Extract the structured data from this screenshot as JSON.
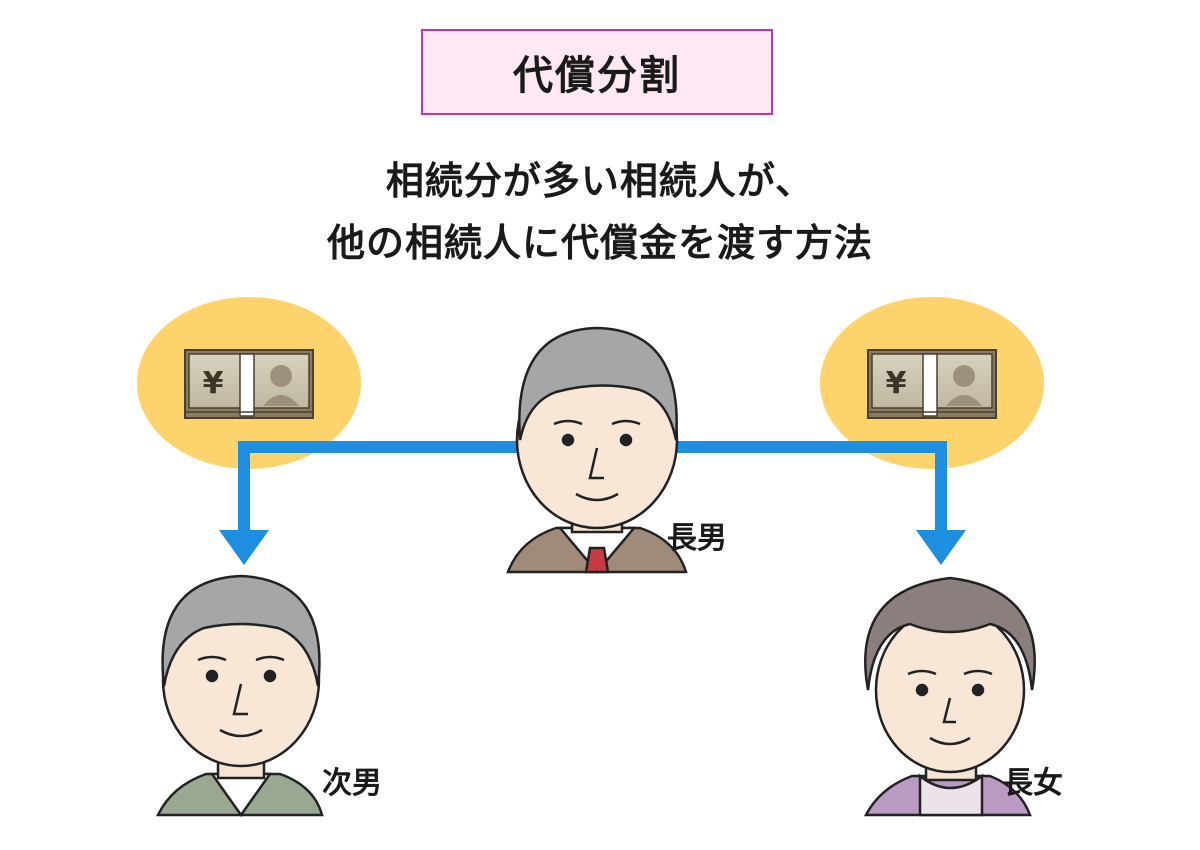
{
  "diagram": {
    "title": "代償分割",
    "description_lines": [
      "相続分が多い相続人が、",
      "他の相続人に代償金を渡す方法"
    ],
    "people": {
      "eldest_son": "長男",
      "second_son": "次男",
      "eldest_daughter": "長女"
    },
    "banknote_symbol": "¥",
    "colors": {
      "title_border": "#d12fa6",
      "title_fill": "#fde8f4",
      "money_circle": "#fdd36b",
      "arrow": "#1d8ee0"
    },
    "icons": [
      "banknote-icon",
      "arrow-down-icon",
      "person-illustration"
    ]
  }
}
